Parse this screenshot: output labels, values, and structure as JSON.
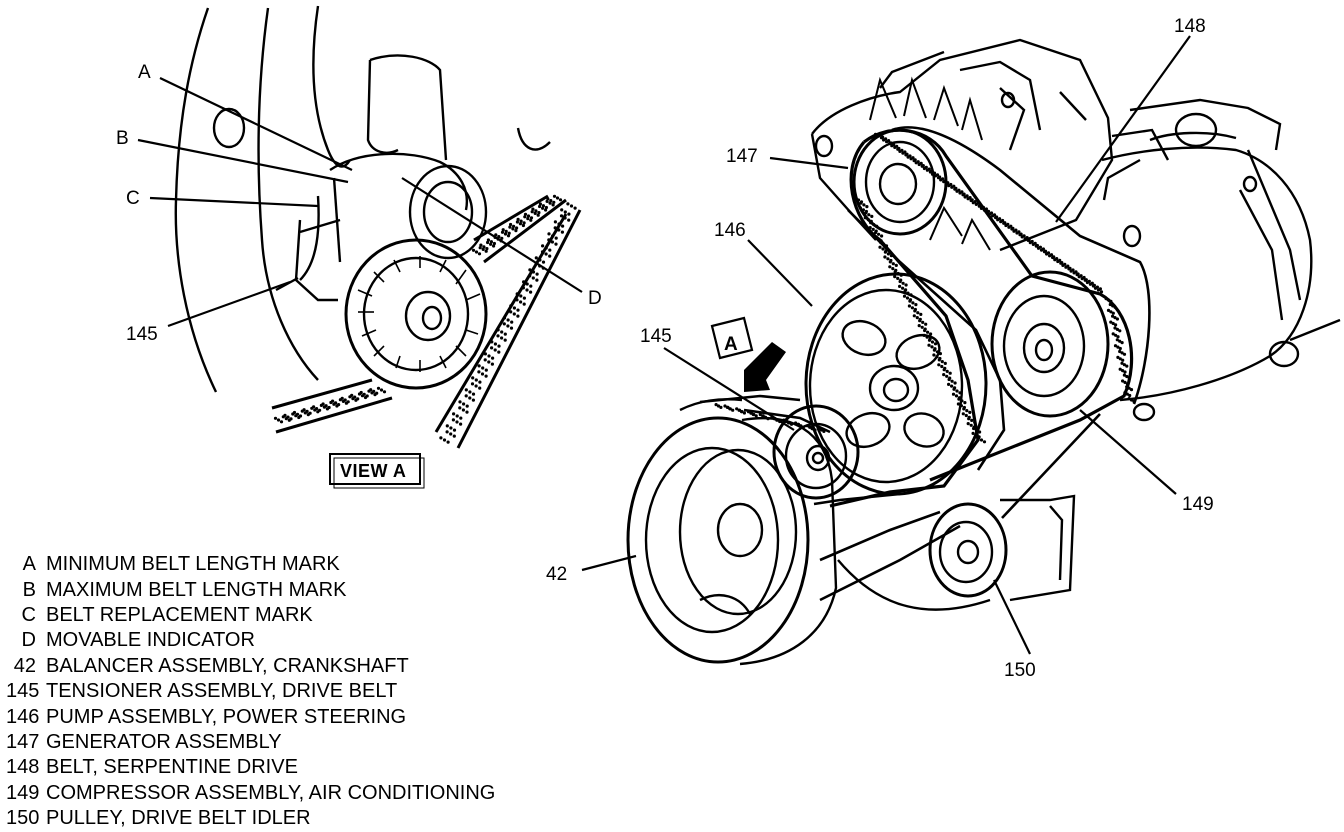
{
  "view_label": "VIEW A",
  "arrow_label": "A",
  "callouts": {
    "a": "A",
    "b": "B",
    "c": "C",
    "d": "D",
    "c145_left": "145",
    "c42": "42",
    "c145_right": "145",
    "c146": "146",
    "c147": "147",
    "c148": "148",
    "c149": "149",
    "c150": "150"
  },
  "legend": [
    {
      "key": "A",
      "desc": "MINIMUM BELT LENGTH MARK"
    },
    {
      "key": "B",
      "desc": "MAXIMUM BELT LENGTH MARK"
    },
    {
      "key": "C",
      "desc": "BELT REPLACEMENT MARK"
    },
    {
      "key": "D",
      "desc": "MOVABLE INDICATOR"
    },
    {
      "key": "42",
      "desc": "BALANCER ASSEMBLY, CRANKSHAFT"
    },
    {
      "key": "145",
      "desc": "TENSIONER ASSEMBLY, DRIVE BELT"
    },
    {
      "key": "146",
      "desc": "PUMP ASSEMBLY, POWER STEERING"
    },
    {
      "key": "147",
      "desc": "GENERATOR ASSEMBLY"
    },
    {
      "key": "148",
      "desc": "BELT, SERPENTINE DRIVE"
    },
    {
      "key": "149",
      "desc": "COMPRESSOR ASSEMBLY, AIR CONDITIONING"
    },
    {
      "key": "150",
      "desc": "PULLEY, DRIVE BELT IDLER"
    }
  ]
}
